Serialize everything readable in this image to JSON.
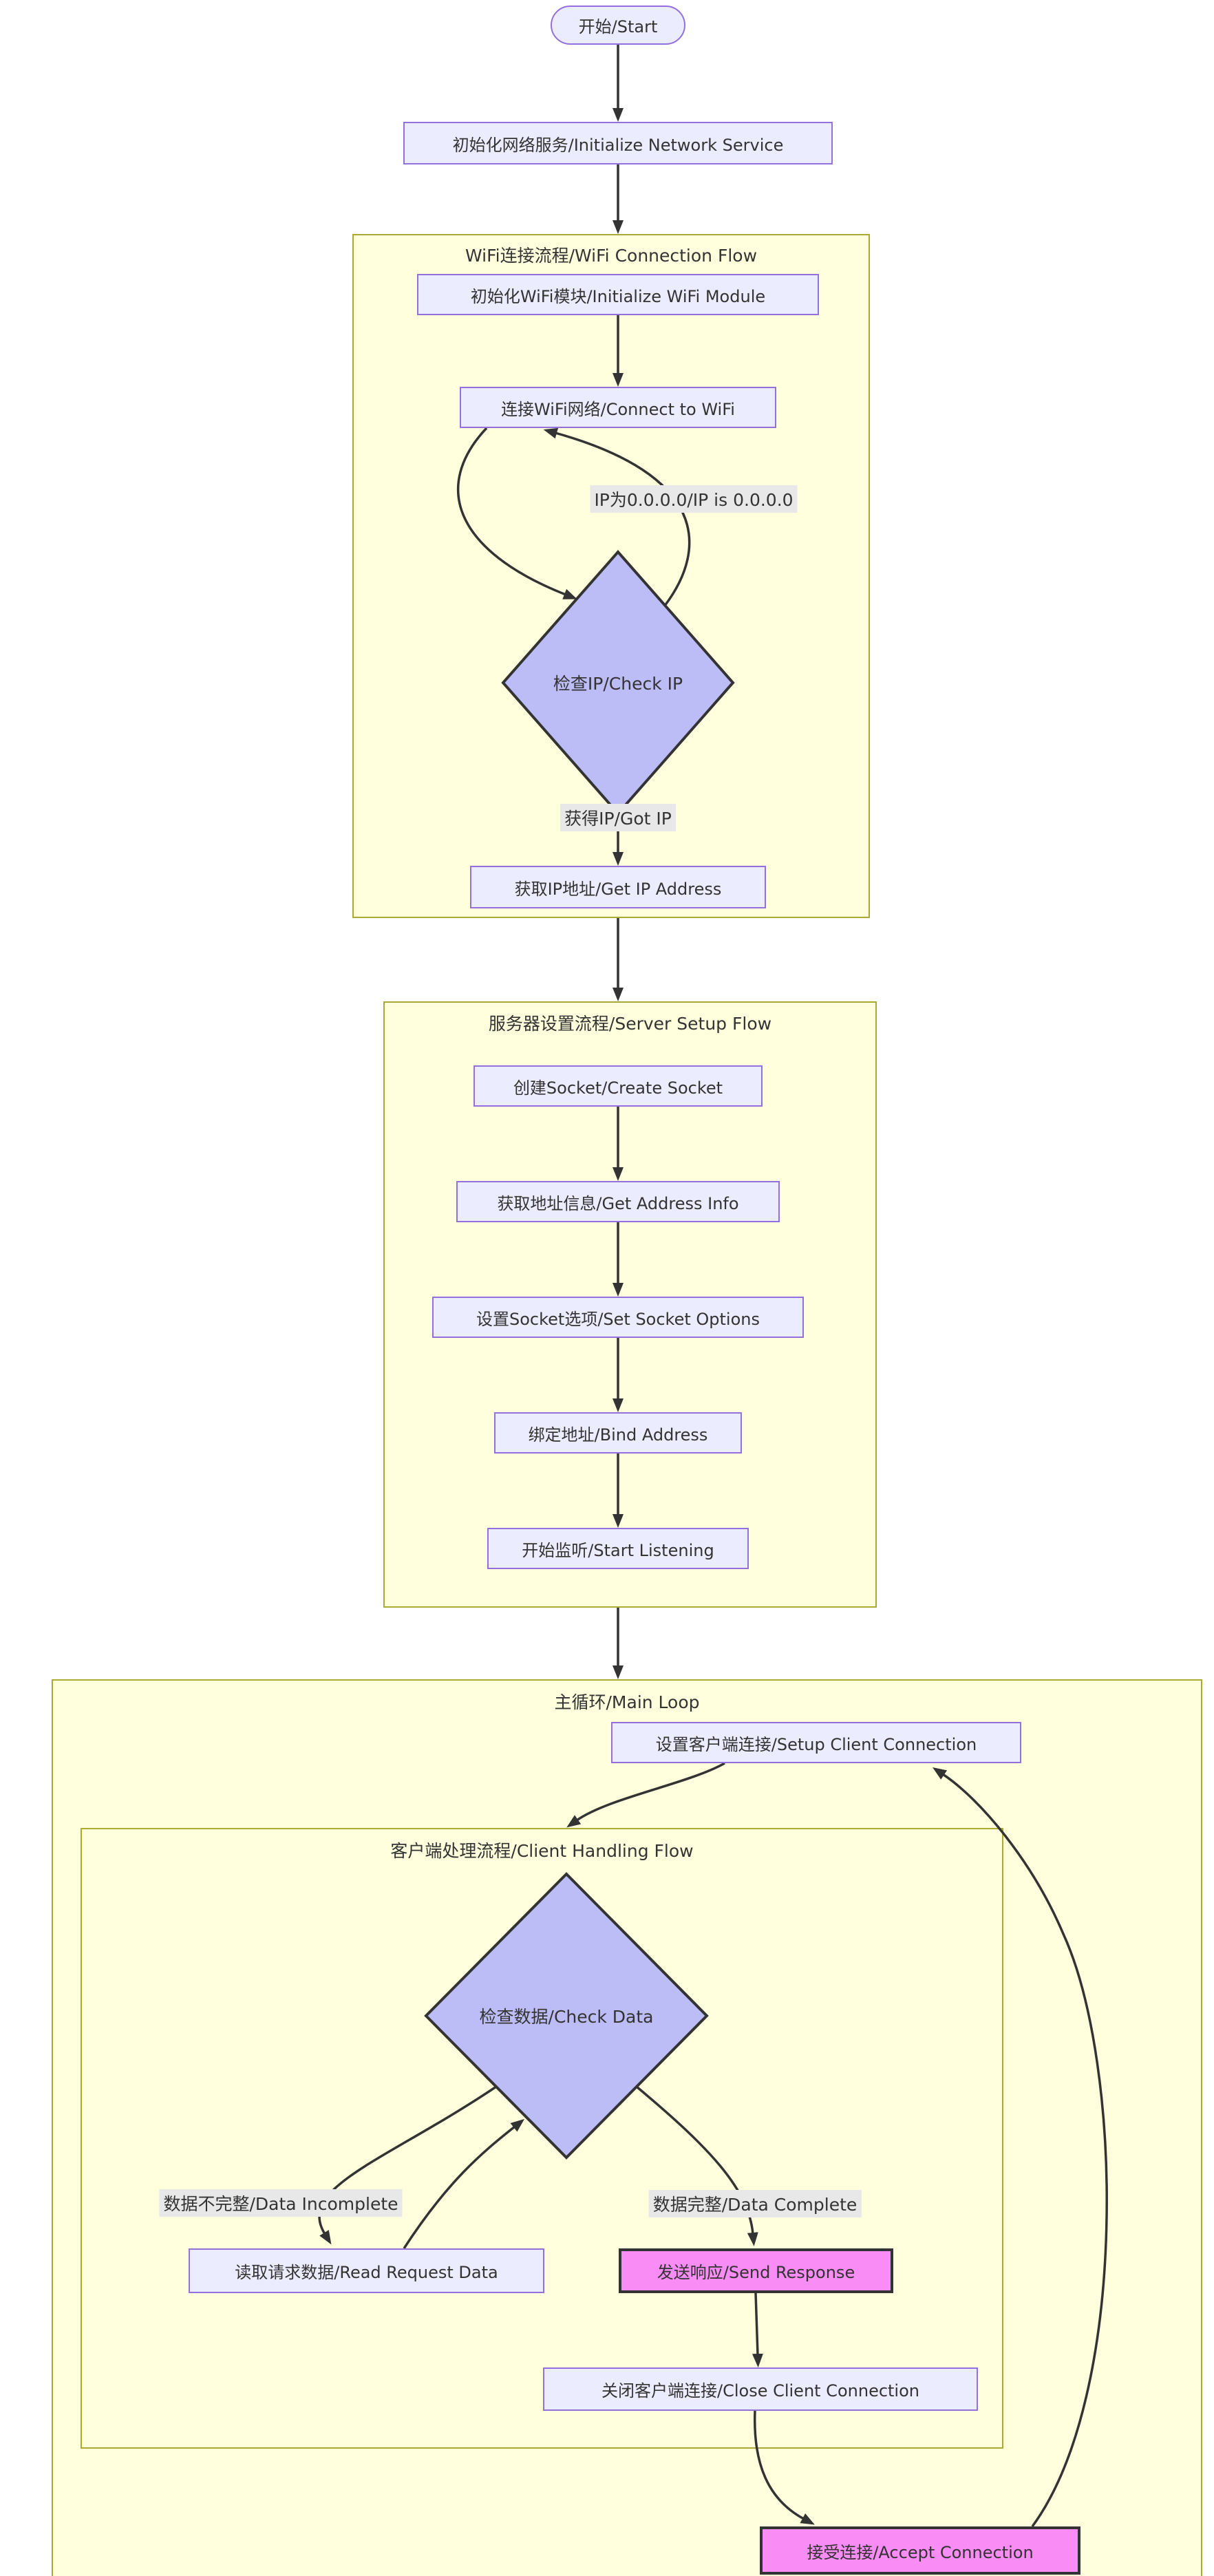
{
  "colors": {
    "canvas-bg": "#ffffff",
    "subgraph-fill": "#ffffde",
    "subgraph-border": "#aaaa33",
    "node-fill": "#ECECFF",
    "node-border": "#9370DB",
    "diamond-fill": "#bcbcf6",
    "diamond-border": "#333333",
    "special-fill": "#fa8cf5",
    "special-border": "#333333",
    "edge-color": "#333333",
    "edge-label-bg": "#e8e8e8",
    "text-color": "#333333"
  },
  "subgraphs": {
    "wifi": {
      "title": "WiFi连接流程/WiFi Connection Flow"
    },
    "server": {
      "title": "服务器设置流程/Server Setup Flow"
    },
    "mainloop": {
      "title": "主循环/Main Loop"
    },
    "client": {
      "title": "客户端处理流程/Client Handling Flow"
    }
  },
  "nodes": {
    "start": {
      "label": "开始/Start",
      "shape": "stadium"
    },
    "init_network": {
      "label": "初始化网络服务/Initialize Network Service",
      "shape": "rect"
    },
    "init_wifi": {
      "label": "初始化WiFi模块/Initialize WiFi Module",
      "shape": "rect"
    },
    "connect_wifi": {
      "label": "连接WiFi网络/Connect to WiFi",
      "shape": "rect"
    },
    "check_ip": {
      "label": "检查IP/Check IP",
      "shape": "diamond"
    },
    "get_ip": {
      "label": "获取IP地址/Get IP Address",
      "shape": "rect"
    },
    "create_socket": {
      "label": "创建Socket/Create Socket",
      "shape": "rect"
    },
    "get_addr": {
      "label": "获取地址信息/Get Address Info",
      "shape": "rect"
    },
    "set_opts": {
      "label": "设置Socket选项/Set Socket Options",
      "shape": "rect"
    },
    "bind_addr": {
      "label": "绑定地址/Bind Address",
      "shape": "rect"
    },
    "listen": {
      "label": "开始监听/Start Listening",
      "shape": "rect"
    },
    "setup_client": {
      "label": "设置客户端连接/Setup Client Connection",
      "shape": "rect"
    },
    "check_data": {
      "label": "检查数据/Check Data",
      "shape": "diamond"
    },
    "read_data": {
      "label": "读取请求数据/Read Request Data",
      "shape": "rect"
    },
    "send_resp": {
      "label": "发送响应/Send Response",
      "shape": "rect-highlight"
    },
    "close_client": {
      "label": "关闭客户端连接/Close Client Connection",
      "shape": "rect"
    },
    "accept_conn": {
      "label": "接受连接/Accept Connection",
      "shape": "rect-highlight"
    }
  },
  "edge_labels": {
    "ip_zero": {
      "label": "IP为0.0.0.0/IP is 0.0.0.0"
    },
    "got_ip": {
      "label": "获得IP/Got IP"
    },
    "data_incomplete": {
      "label": "数据不完整/Data Incomplete"
    },
    "data_complete": {
      "label": "数据完整/Data Complete"
    }
  }
}
